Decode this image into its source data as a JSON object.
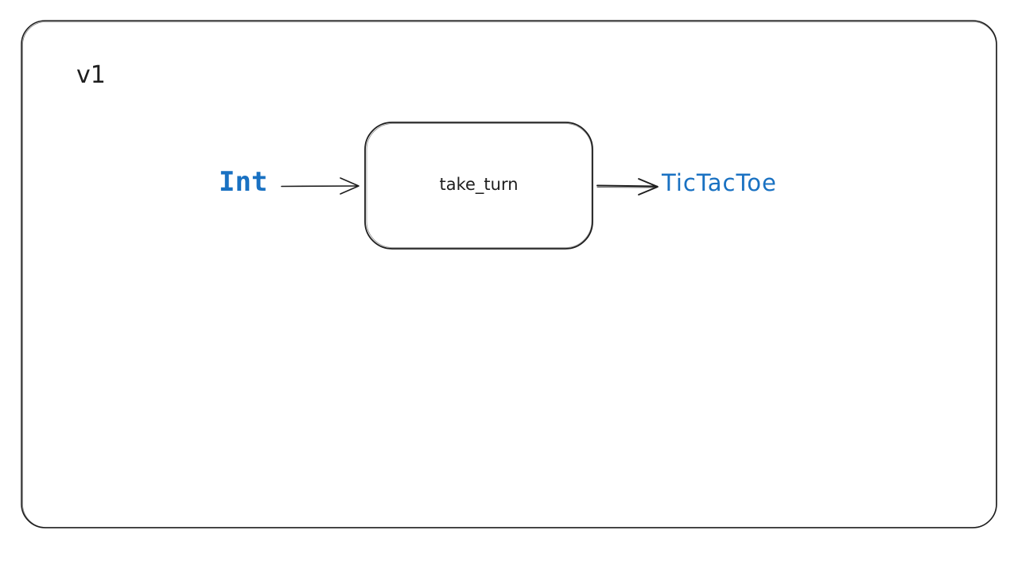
{
  "frame": {
    "label": "v1"
  },
  "nodes": {
    "input": {
      "label": "Int"
    },
    "process": {
      "label": "take_turn"
    },
    "output": {
      "label": "TicTacToe"
    }
  },
  "edges": [
    {
      "from": "Int",
      "to": "take_turn"
    },
    {
      "from": "take_turn",
      "to": "TicTacToe"
    }
  ],
  "colors": {
    "stroke": "#1e1e1e",
    "type_text": "#1971c2",
    "background": "#ffffff"
  }
}
